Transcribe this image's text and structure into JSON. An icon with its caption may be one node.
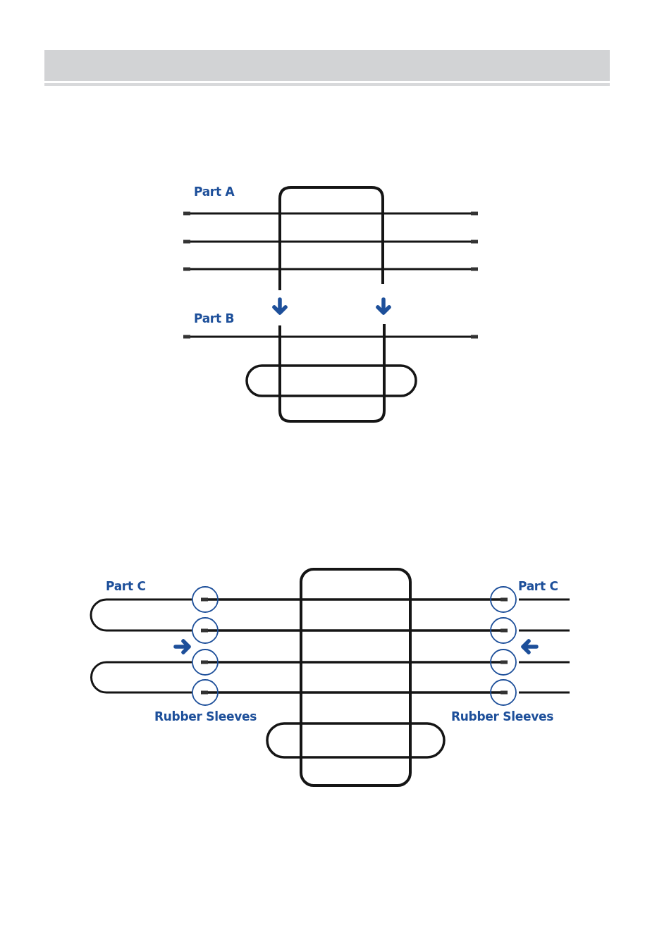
{
  "diagram": {
    "labels": [
      "Part A",
      "Part B",
      "Part C",
      "Part C",
      "Rubber Sleeves",
      "Rubber Sleeves"
    ]
  }
}
